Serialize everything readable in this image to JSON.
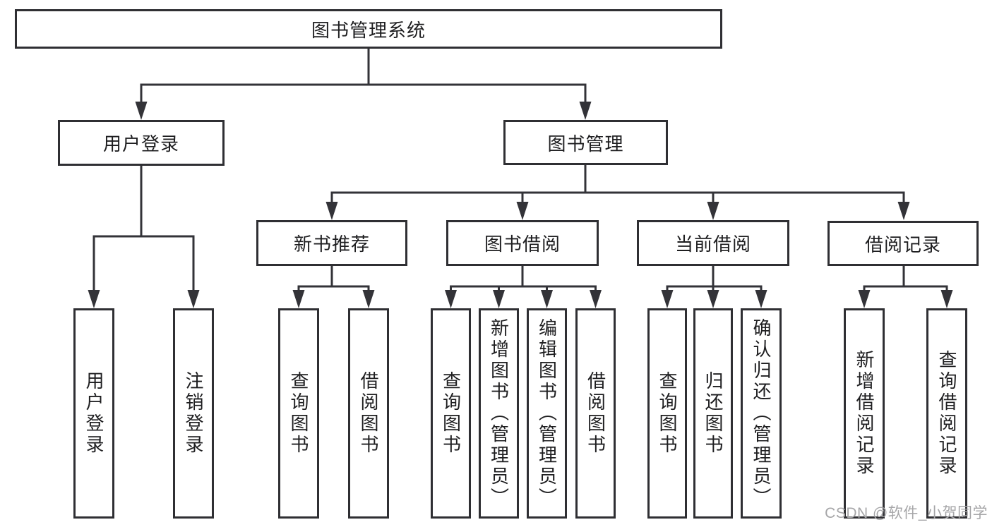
{
  "diagram": {
    "type": "tree",
    "line_color": "#333338",
    "box_border_color": "#2f2f33",
    "text_color": "#1e1e20",
    "background": "#ffffff",
    "root": {
      "label": "图书管理系统",
      "children": [
        {
          "label": "用户登录",
          "children": [
            {
              "label": "用户登录"
            },
            {
              "label": "注销登录"
            }
          ]
        },
        {
          "label": "图书管理",
          "children": [
            {
              "label": "新书推荐",
              "children": [
                {
                  "label": "查询图书"
                },
                {
                  "label": "借阅图书"
                }
              ]
            },
            {
              "label": "图书借阅",
              "children": [
                {
                  "label": "查询图书"
                },
                {
                  "label": "新增图书（管理员）"
                },
                {
                  "label": "编辑图书（管理员）"
                },
                {
                  "label": "借阅图书"
                }
              ]
            },
            {
              "label": "当前借阅",
              "children": [
                {
                  "label": "查询图书"
                },
                {
                  "label": "归还图书"
                },
                {
                  "label": "确认归还（管理员）"
                }
              ]
            },
            {
              "label": "借阅记录",
              "children": [
                {
                  "label": "新增借阅记录"
                },
                {
                  "label": "查询借阅记录"
                }
              ]
            }
          ]
        }
      ]
    }
  },
  "watermark": {
    "text": "CSDN @软件_小贺同学",
    "color": "#a6a6a8"
  }
}
